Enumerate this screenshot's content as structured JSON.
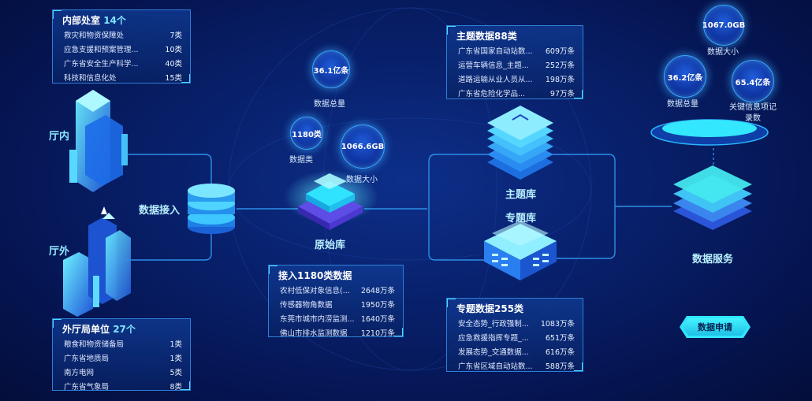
{
  "colors": {
    "accent": "#48e0ff",
    "panel_border": "#2f7fd6",
    "background": "#061a5c"
  },
  "panels": {
    "internal": {
      "title": "内部处室",
      "count": "14个",
      "rows": [
        {
          "name": "救灾和物资保障处",
          "value": "7类"
        },
        {
          "name": "应急支援和预案管理...",
          "value": "10类"
        },
        {
          "name": "广东省安全生产科学...",
          "value": "40类"
        },
        {
          "name": "科技和信息化处",
          "value": "15类"
        }
      ]
    },
    "external": {
      "title": "外厅局单位",
      "count": "27个",
      "rows": [
        {
          "name": "粮食和物资储备局",
          "value": "1类"
        },
        {
          "name": "广东省地质局",
          "value": "1类"
        },
        {
          "name": "南方电网",
          "value": "5类"
        },
        {
          "name": "广东省气象局",
          "value": "8类"
        }
      ]
    },
    "access": {
      "title": "接入1180类数据",
      "rows": [
        {
          "name": "农村低保对象信息(...",
          "value": "2648万条"
        },
        {
          "name": "传感器物角数据",
          "value": "1950万条"
        },
        {
          "name": "东莞市城市内涝监测...",
          "value": "1640万条"
        },
        {
          "name": "佛山市排水监测数据",
          "value": "1210万条"
        }
      ]
    },
    "topic": {
      "title": "主题数据88类",
      "rows": [
        {
          "name": "广东省国家自动站数...",
          "value": "609万条"
        },
        {
          "name": "运营车辆信息_主题...",
          "value": "252万条"
        },
        {
          "name": "道路运输从业人员从...",
          "value": "198万条"
        },
        {
          "name": "广东省危险化学品...",
          "value": "97万条"
        }
      ]
    },
    "special": {
      "title": "专题数据255类",
      "rows": [
        {
          "name": "安全态势_行政强制...",
          "value": "1083万条"
        },
        {
          "name": "应急救援指挥专题_...",
          "value": "651万条"
        },
        {
          "name": "发展态势_交通数据...",
          "value": "616万条"
        },
        {
          "name": "广东省区域自动站数...",
          "value": "588万条"
        }
      ]
    }
  },
  "sources": {
    "inside": "厅内",
    "outside": "厅外"
  },
  "nodes": {
    "access": "数据接入",
    "raw": "原始库",
    "topic": "主题库",
    "special": "专题库",
    "service": "数据服务"
  },
  "raw_stats": {
    "total": {
      "value": "36.1亿条",
      "label": "数据总量"
    },
    "types": {
      "value": "1180类",
      "label": "数据类"
    },
    "size": {
      "value": "1066.6GB",
      "label": "数据大小"
    }
  },
  "service_stats": {
    "size": {
      "value": "1067.0GB",
      "label": "数据大小"
    },
    "total": {
      "value": "36.2亿条",
      "label": "数据总量"
    },
    "key": {
      "value": "65.4亿条",
      "label": "关键信息项记录数"
    }
  },
  "apply_button": "数据申请"
}
